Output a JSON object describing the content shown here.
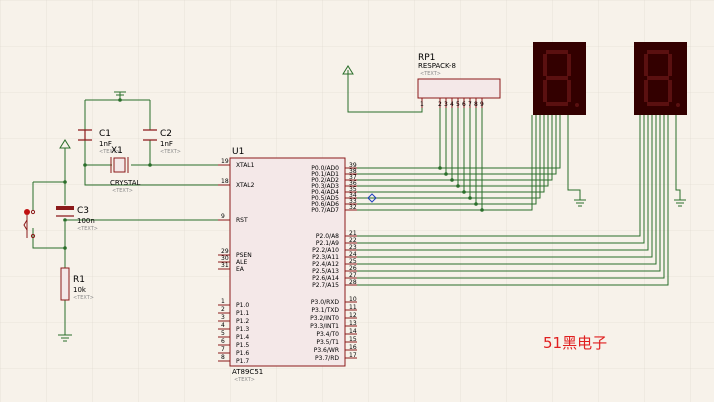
{
  "colors": {
    "background": "#f7f2ea",
    "grid": "#dcd6cc",
    "wire": "#2a6e2a",
    "component": "#8b1a1a",
    "chip_fill": "#f4e8e8",
    "segment_body": "#330000",
    "segment_off": "#5a1010",
    "brand": "#e02020"
  },
  "mcu": {
    "ref": "U1",
    "part": "AT89C51",
    "text_tag": "<TEXT>",
    "left_pins": [
      {
        "num": "19",
        "name": "XTAL1"
      },
      {
        "num": "18",
        "name": "XTAL2"
      },
      {
        "num": "9",
        "name": "RST"
      },
      {
        "num": "29",
        "name": "PSEN"
      },
      {
        "num": "30",
        "name": "ALE"
      },
      {
        "num": "31",
        "name": "EA"
      },
      {
        "num": "1",
        "name": "P1.0"
      },
      {
        "num": "2",
        "name": "P1.1"
      },
      {
        "num": "3",
        "name": "P1.2"
      },
      {
        "num": "4",
        "name": "P1.3"
      },
      {
        "num": "5",
        "name": "P1.4"
      },
      {
        "num": "6",
        "name": "P1.5"
      },
      {
        "num": "7",
        "name": "P1.6"
      },
      {
        "num": "8",
        "name": "P1.7"
      }
    ],
    "right_pins": [
      {
        "num": "39",
        "name": "P0.0/AD0"
      },
      {
        "num": "38",
        "name": "P0.1/AD1"
      },
      {
        "num": "37",
        "name": "P0.2/AD2"
      },
      {
        "num": "36",
        "name": "P0.3/AD3"
      },
      {
        "num": "35",
        "name": "P0.4/AD4"
      },
      {
        "num": "34",
        "name": "P0.5/AD5"
      },
      {
        "num": "33",
        "name": "P0.6/AD6"
      },
      {
        "num": "32",
        "name": "P0.7/AD7"
      },
      {
        "num": "21",
        "name": "P2.0/A8"
      },
      {
        "num": "22",
        "name": "P2.1/A9"
      },
      {
        "num": "23",
        "name": "P2.2/A10"
      },
      {
        "num": "24",
        "name": "P2.3/A11"
      },
      {
        "num": "25",
        "name": "P2.4/A12"
      },
      {
        "num": "26",
        "name": "P2.5/A13"
      },
      {
        "num": "27",
        "name": "P2.6/A14"
      },
      {
        "num": "28",
        "name": "P2.7/A15"
      },
      {
        "num": "10",
        "name": "P3.0/RXD"
      },
      {
        "num": "11",
        "name": "P3.1/TXD"
      },
      {
        "num": "12",
        "name": "P3.2/INT0"
      },
      {
        "num": "13",
        "name": "P3.3/INT1"
      },
      {
        "num": "14",
        "name": "P3.4/T0"
      },
      {
        "num": "15",
        "name": "P3.5/T1"
      },
      {
        "num": "16",
        "name": "P3.6/WR"
      },
      {
        "num": "17",
        "name": "P3.7/RD"
      }
    ]
  },
  "rp1": {
    "ref": "RP1",
    "part": "RESPACK-8",
    "text_tag": "<TEXT>",
    "pins": [
      "1",
      "2",
      "3",
      "4",
      "5",
      "6",
      "7",
      "8",
      "9"
    ]
  },
  "c1": {
    "ref": "C1",
    "value": "1nF",
    "text_tag": "<TEXT>"
  },
  "c2": {
    "ref": "C2",
    "value": "1nF",
    "text_tag": "<TEXT>"
  },
  "x1": {
    "ref": "X1",
    "part": "CRYSTAL",
    "text_tag": "<TEXT>"
  },
  "c3": {
    "ref": "C3",
    "value": "100n",
    "text_tag": "<TEXT>"
  },
  "r1": {
    "ref": "R1",
    "value": "10k",
    "text_tag": "<TEXT>"
  },
  "brand": "51黑电子"
}
